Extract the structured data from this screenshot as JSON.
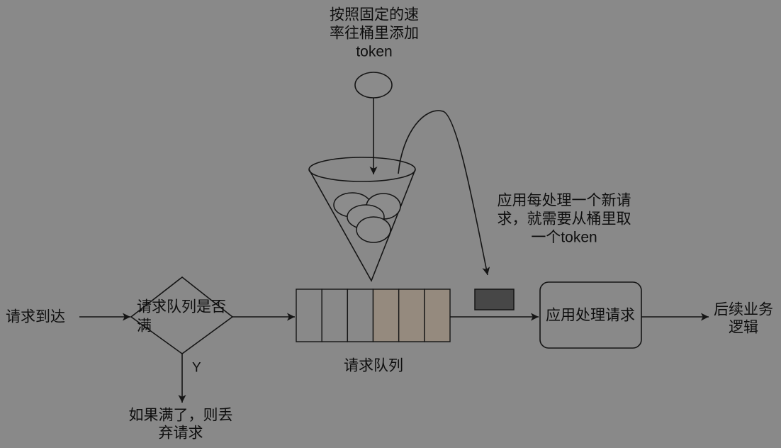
{
  "token_source": {
    "label_lines": [
      "按照固定的速",
      "率往桶里添加",
      "token"
    ]
  },
  "bucket": {
    "tokens_in_bucket": 4
  },
  "consume_note": {
    "label_lines": [
      "应用每处理一个新请",
      "求，就需要从桶里取",
      "一个token"
    ]
  },
  "request_arrival": {
    "label": "请求到达"
  },
  "queue_full_check": {
    "label_lines": [
      "请求队列是否",
      "满"
    ],
    "yes_label": "Y"
  },
  "reject": {
    "label_lines": [
      "如果满了，则丢",
      "弃请求"
    ]
  },
  "request_queue": {
    "label": "请求队列",
    "capacity": 6,
    "queued": 3
  },
  "app_process": {
    "label": "应用处理请求"
  },
  "downstream": {
    "label_lines": [
      "后续业务",
      "逻辑"
    ]
  },
  "colors": {
    "background": "#898989",
    "line": "#151515",
    "text": "#0e0e0e",
    "queue_occupied": "#958a7e",
    "token_in_transit": "#474747"
  }
}
